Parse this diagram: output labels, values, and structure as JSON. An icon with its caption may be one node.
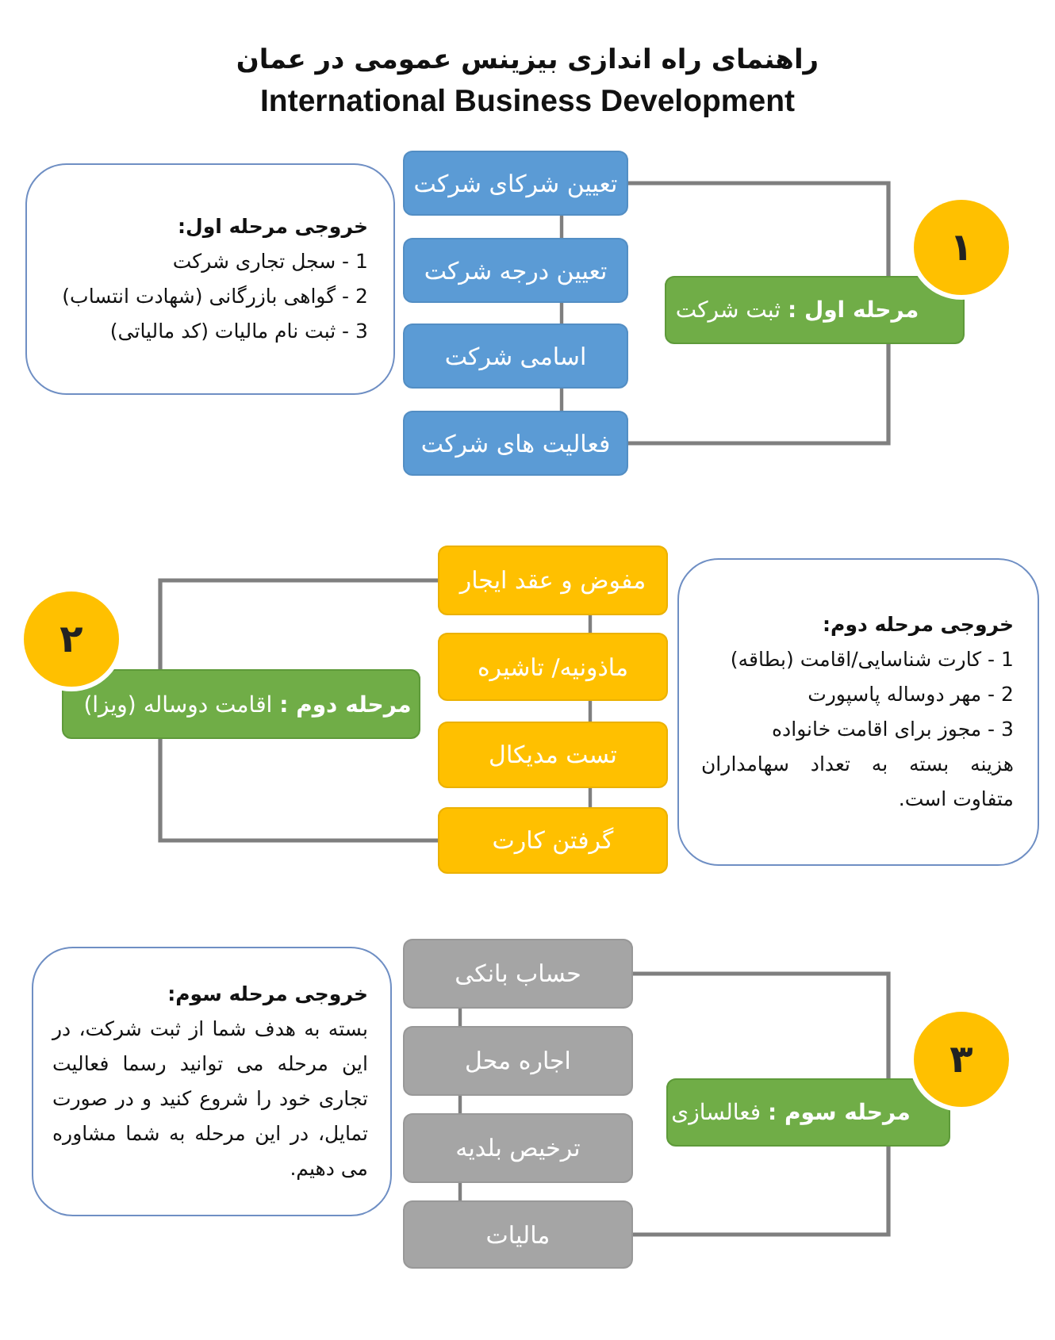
{
  "diagram": {
    "title": "راهنمای راه اندازی بیزینس عمومی در عمان",
    "nodes": [
      {
        "text": [
          "تعیین شرکای شرکت"
        ]
      },
      {
        "text": [
          "تعیین درجه شرکت"
        ]
      },
      {
        "text": [
          "اسامی شرکت"
        ]
      },
      {
        "text": [
          "فعالیت های شرکت"
        ]
      },
      {
        "text": [
          "۱"
        ]
      },
      {
        "text": [
          "**مرحله اول :** ثبت شرکت"
        ]
      },
      {
        "text": [
          "خروجی مرحله اول:",
          "1 - سجل تجاری شرکت",
          "2 - گواهی بازرگانی (شهادت انتساب)",
          "3 - ثبت نام مالیات (کد مالیاتی)"
        ]
      },
      {
        "text": [
          "مفوض و عقد ایجار"
        ]
      },
      {
        "text": [
          "ماذونیه/ تاشیره"
        ]
      },
      {
        "text": [
          "تست مدیکال"
        ]
      },
      {
        "text": [
          "گرفتن کارت"
        ]
      },
      {
        "text": [
          "۲"
        ]
      },
      {
        "text": [
          "**مرحله دوم :** اقامت دوساله (ویزا)"
        ]
      },
      {
        "text": [
          "خروجی مرحله دوم:",
          "1 - کارت شناسایی/اقامت (بطاقه)",
          "2 - مهر دوساله پاسپورت",
          "3 - مجوز برای اقامت خانواده",
          "هزینه بسته به تعداد سهامداران متفاوت است."
        ]
      },
      {
        "text": [
          "حساب بانکی"
        ]
      },
      {
        "text": [
          "اجاره محل"
        ]
      },
      {
        "text": [
          "ترخیص بلدیه"
        ]
      },
      {
        "text": [
          "مالیات"
        ]
      },
      {
        "text": [
          "۳"
        ]
      },
      {
        "text": [
          "**مرحله سوم :** فعالسازی"
        ]
      },
      {
        "text": [
          "خروجی مرحله سوم:",
          "بسته به هدف شما از ثبت شرکت، در این مرحله می توانید رسما فعالیت تجاری خود را شروع کنید و در صورت تمایل، در این مرحله به شما مشاوره می دهیم."
        ]
      }
    ],
    "edges": [
      {
        "from": 0,
        "to": 1,
        "arrow": "none"
      },
      {
        "from": 1,
        "to": 2,
        "arrow": "none"
      },
      {
        "from": 2,
        "to": 3,
        "arrow": "none"
      },
      {
        "from": 5,
        "to": 0,
        "arrow": "none"
      },
      {
        "from": 5,
        "to": 3,
        "arrow": "none"
      },
      {
        "from": 7,
        "to": 8,
        "arrow": "none"
      },
      {
        "from": 8,
        "to": 9,
        "arrow": "none"
      },
      {
        "from": 9,
        "to": 10,
        "arrow": "none"
      },
      {
        "from": 12,
        "to": 7,
        "arrow": "none"
      },
      {
        "from": 12,
        "to": 10,
        "arrow": "none"
      },
      {
        "from": 14,
        "to": 15,
        "arrow": "none"
      },
      {
        "from": 15,
        "to": 16,
        "arrow": "none"
      },
      {
        "from": 16,
        "to": 17,
        "arrow": "none"
      },
      {
        "from": 19,
        "to": 14,
        "arrow": "none"
      },
      {
        "from": 19,
        "to": 17,
        "arrow": "none"
      }
    ],
    "labels": [
      "International Business Development"
    ]
  }
}
